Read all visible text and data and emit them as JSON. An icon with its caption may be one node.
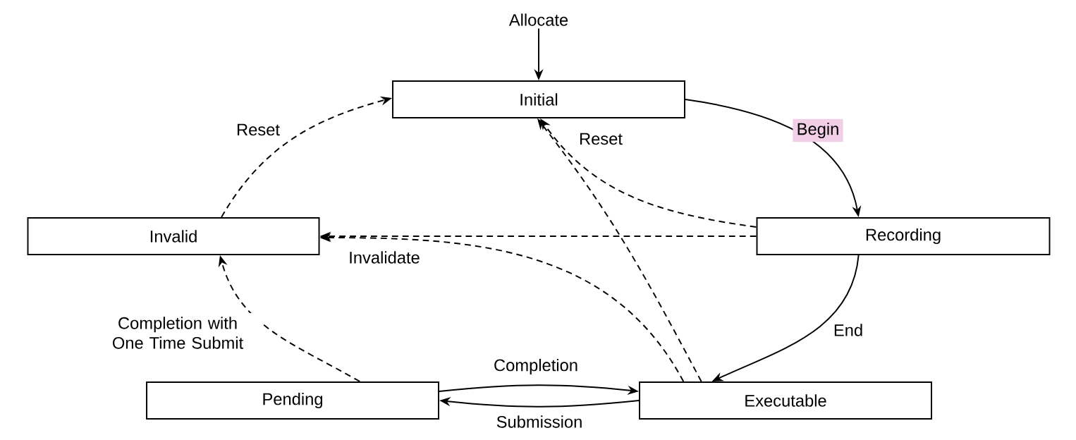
{
  "diagram": {
    "nodes": [
      {
        "text": [
          "Allocate"
        ]
      },
      {
        "text": [
          "Initial"
        ]
      },
      {
        "text": [
          "Recording"
        ]
      },
      {
        "text": [
          "Invalid"
        ]
      },
      {
        "text": [
          "Pending"
        ]
      },
      {
        "text": [
          "Executable"
        ]
      }
    ],
    "edges": [
      {
        "from": 0,
        "to": 1,
        "arrow": "to"
      },
      {
        "from": 1,
        "to": 2,
        "arrow": "to",
        "label": "Begin"
      },
      {
        "from": 2,
        "to": 5,
        "arrow": "to",
        "label": "End"
      },
      {
        "from": 4,
        "to": 5,
        "arrow": "to",
        "label": "Completion"
      },
      {
        "from": 5,
        "to": 4,
        "arrow": "to",
        "label": "Submission"
      },
      {
        "from": 4,
        "to": 3,
        "arrow": "to",
        "label": "Completion with One Time Submit",
        "style": "dashed"
      },
      {
        "from": 3,
        "to": 1,
        "arrow": "to",
        "label": "Reset",
        "style": "dashed"
      },
      {
        "from": 2,
        "to": 1,
        "arrow": "to",
        "style": "dashed"
      },
      {
        "from": 5,
        "to": 1,
        "arrow": "to",
        "label": "Reset",
        "style": "dashed"
      },
      {
        "from": 2,
        "to": 3,
        "arrow": "to",
        "label": "Invalidate",
        "style": "dashed"
      },
      {
        "from": 5,
        "to": 3,
        "arrow": "to",
        "style": "dashed"
      }
    ]
  }
}
